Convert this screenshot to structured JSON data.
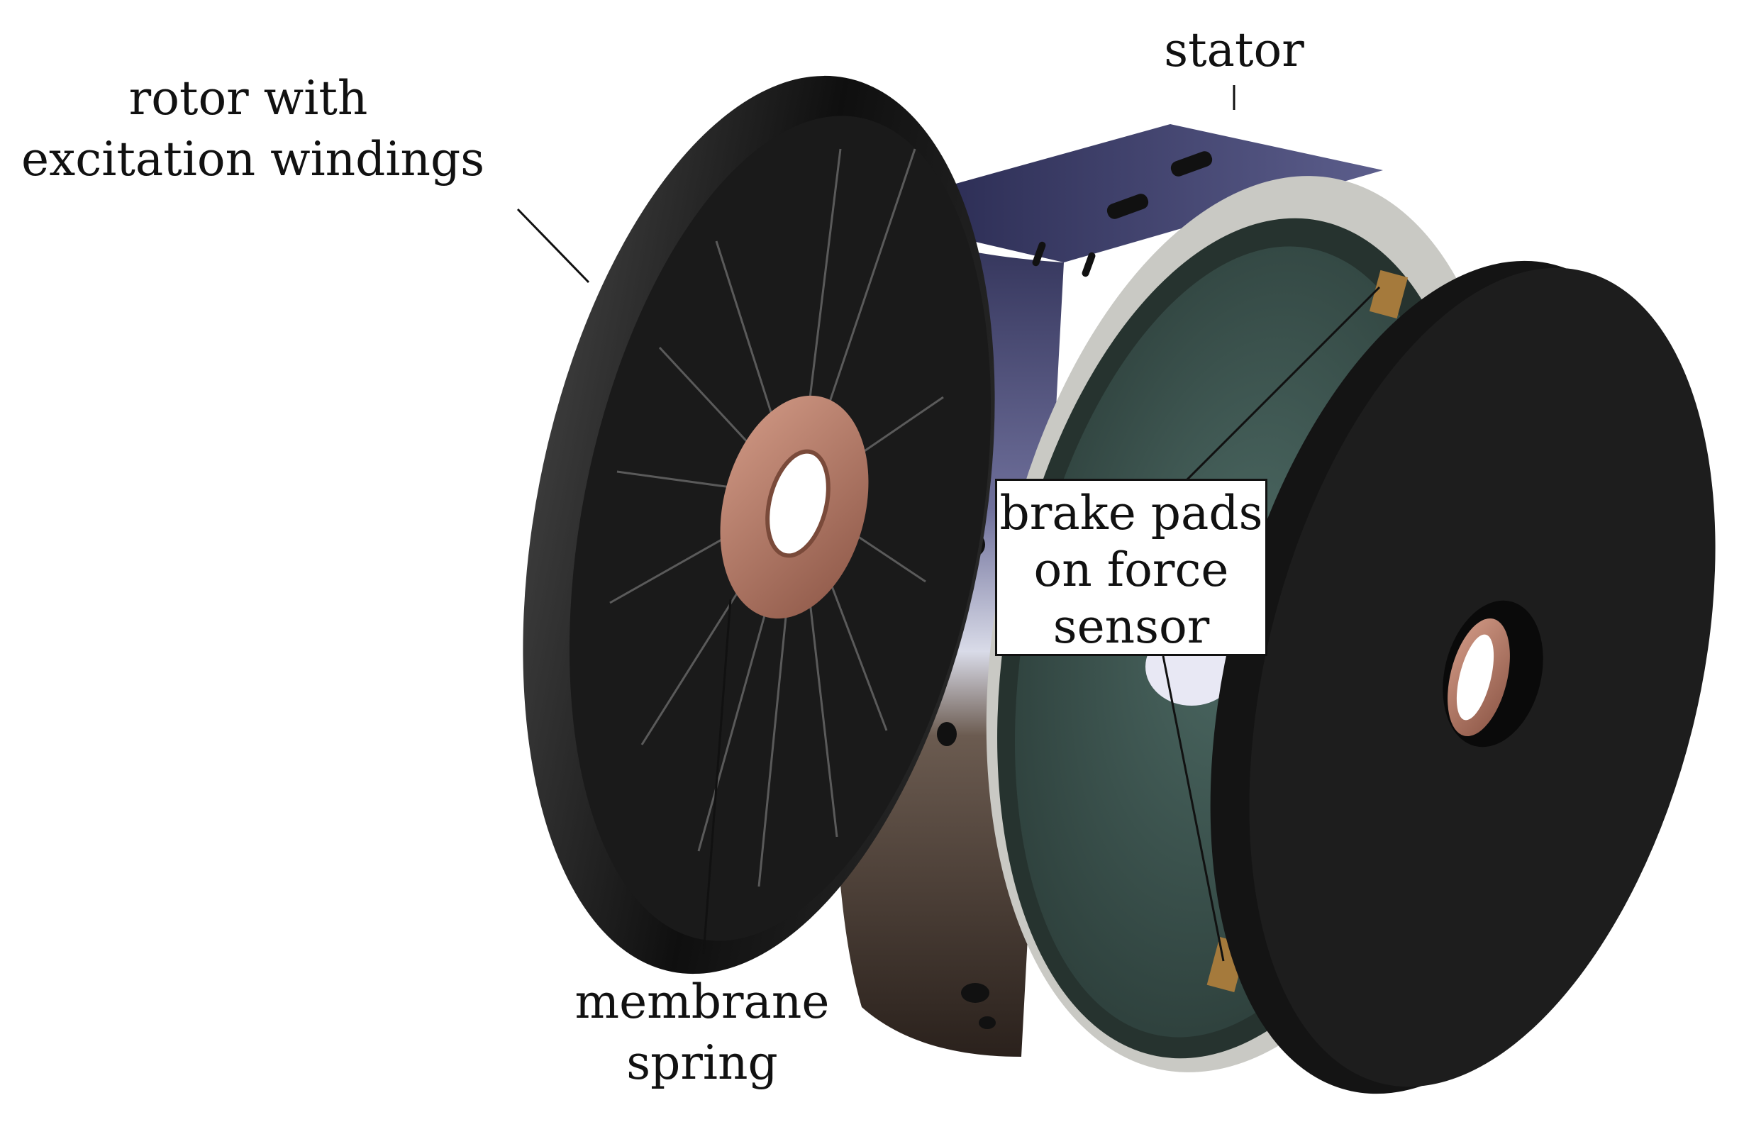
{
  "labels": {
    "rotor": [
      "rotor with",
      "excitation windings"
    ],
    "stator": [
      "stator"
    ],
    "membrane_spring": [
      "membrane",
      "spring"
    ],
    "brake_pads": [
      "brake pads",
      "on force",
      "sensor"
    ]
  },
  "colors": {
    "background": "#ffffff",
    "disc": "#171717",
    "copper": "#b87a66",
    "stator_blue": "#4a4a78",
    "stator_brown": "#4b3a30",
    "stator_face": "#3f5a55",
    "metal": "#c9c9c4"
  }
}
